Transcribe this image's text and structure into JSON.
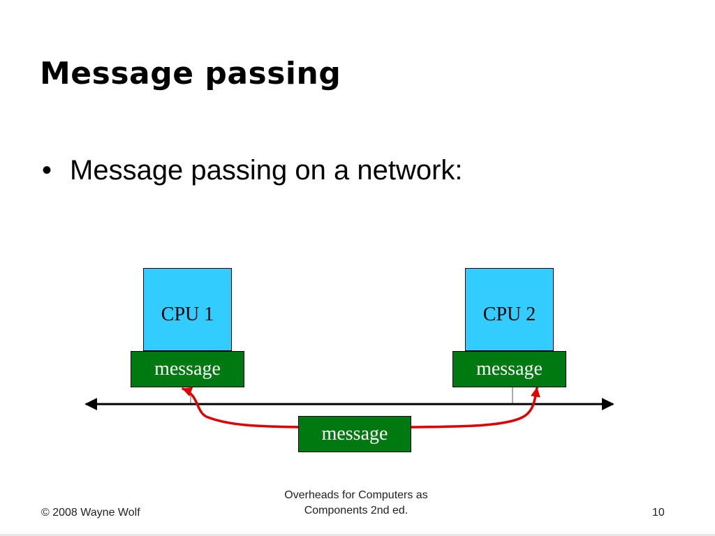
{
  "slide": {
    "title": "Message passing",
    "bullet_char": "•",
    "bullet_text": "Message passing on a network:"
  },
  "diagram": {
    "cpu1_label": "CPU 1",
    "cpu2_label": "CPU 2",
    "cpu1_message_label": "message",
    "cpu2_message_label": "message",
    "network_message_label": "message",
    "colors": {
      "cpu_fill": "#33ccff",
      "message_fill": "#007a10",
      "message_text": "#ffffff",
      "path_stroke": "#e00000",
      "bus_stroke": "#000000"
    }
  },
  "footer": {
    "left": "© 2008 Wayne Wolf",
    "center_line1": "Overheads for Computers as",
    "center_line2": "Components 2nd ed.",
    "right": "10"
  }
}
